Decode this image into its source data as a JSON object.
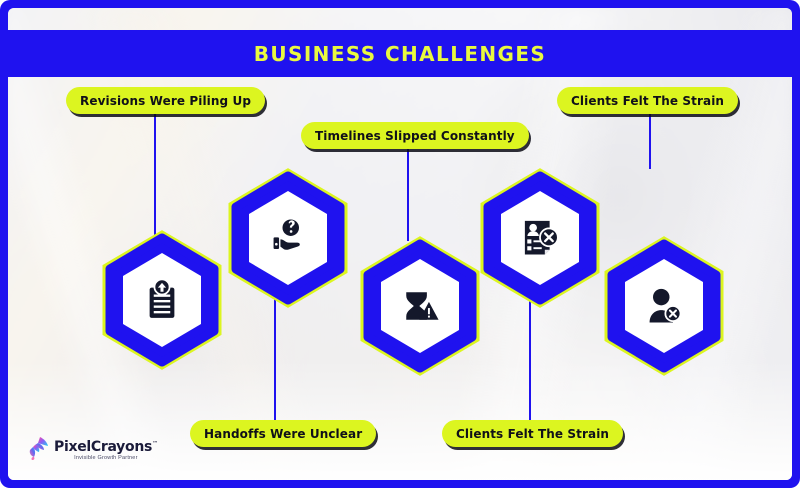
{
  "header": {
    "title": "BUSINESS CHALLENGES"
  },
  "colors": {
    "frame_blue": "#1f12ef",
    "accent_yellow": "#dcf520",
    "title_text": "#e9f93f",
    "icon_dark": "#14182b",
    "hex_fill": "#ffffff"
  },
  "nodes": [
    {
      "id": "revisions",
      "label": "Revisions Were Piling Up",
      "icon": "clipboard-upload-icon",
      "label_position": "top"
    },
    {
      "id": "handoffs",
      "label": "Handoffs Were Unclear",
      "icon": "hand-question-icon",
      "label_position": "bottom"
    },
    {
      "id": "timelines",
      "label": "Timelines Slipped Constantly",
      "icon": "hourglass-warning-icon",
      "label_position": "top"
    },
    {
      "id": "clients-strain-bottom",
      "label": "Clients Felt The Strain",
      "icon": "document-user-reject-icon",
      "label_position": "bottom"
    },
    {
      "id": "clients-strain-top",
      "label": "Clients Felt The Strain",
      "icon": "user-reject-icon",
      "label_position": "top"
    }
  ],
  "logo": {
    "name": "PixelCrayons",
    "trademark": "™",
    "tagline": "Invisible Growth Partner",
    "mark": "hummingbird-icon"
  }
}
